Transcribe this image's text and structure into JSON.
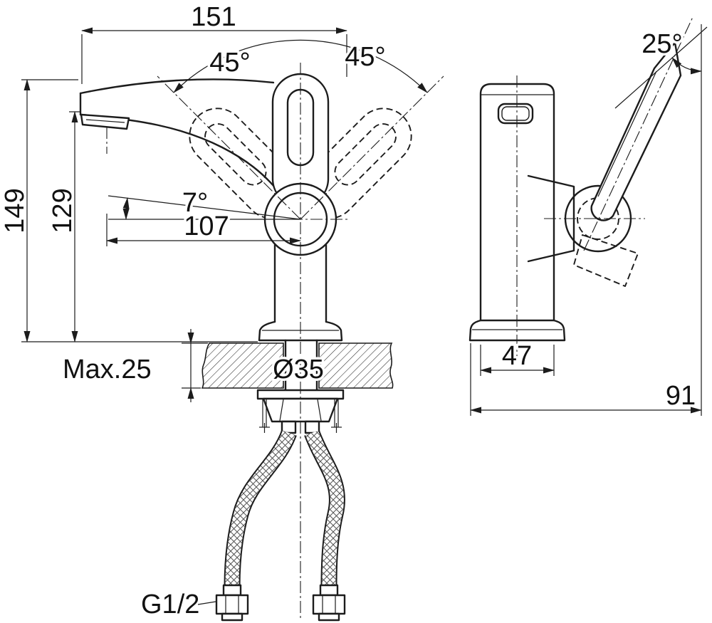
{
  "drawing": {
    "front": {
      "dim_width_top": "151",
      "angle_left": "45°",
      "angle_right": "45°",
      "dim_height_total": "149",
      "dim_height_spout": "129",
      "angle_spout": "7°",
      "dim_reach": "107",
      "counter_max": "Max.25",
      "hole_dia": "Ø35",
      "thread": "G1/2"
    },
    "side": {
      "angle_handle": "25°",
      "dim_body": "47",
      "dim_depth": "91"
    }
  }
}
